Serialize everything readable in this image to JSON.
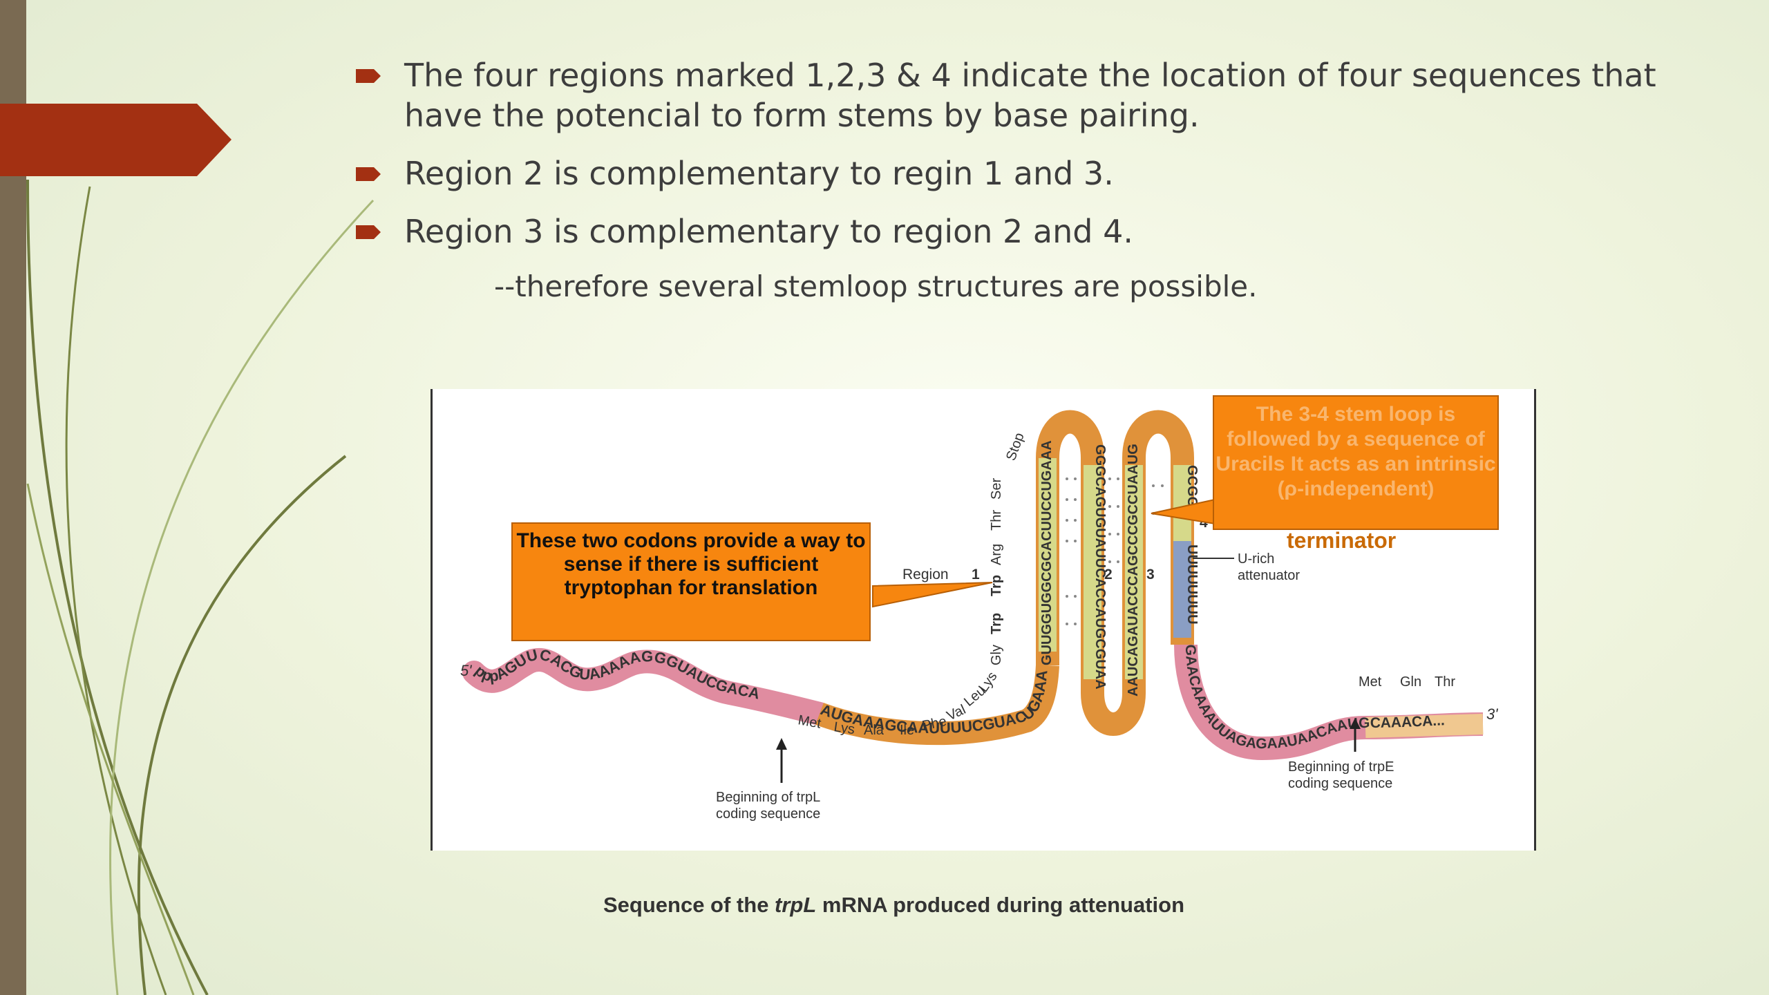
{
  "slide": {
    "bullets": [
      "The four regions marked 1,2,3 & 4 indicate the location of four sequences that have the potencial to form stems by base pairing.",
      "Region 2 is complementary to regin 1 and 3.",
      "Region 3 is complementary to region 2 and 4."
    ],
    "sub_text": "--therefore several stemloop structures are possible.",
    "caption_pre": "Sequence of the ",
    "caption_italic": "trpL",
    "caption_post": " mRNA produced during attenuation"
  },
  "diagram": {
    "callout_codons": "These two codons provide a way   to sense if there is sufficient tryptophan for translation",
    "callout_terminator": "The 3-4 stem loop is followed by a sequence of Uracils It acts as an intrinsic (ρ-independent)",
    "terminator_word": "terminator",
    "region_label": "Region",
    "region_numbers": [
      "1",
      "2",
      "3",
      "4"
    ],
    "five_prime": "5'",
    "three_prime": "3'",
    "leader_seq": "pppAGUUCACGUAAAAAGGGUAUCGACA",
    "trpL_seq": "AUGAAAGCAAUUUUCGUACUGAAAG",
    "stem1_seq": "GUUGGUGGCGCACUUCCUGAAAC",
    "stem2_seq": "GGGCAGUGUAUUCACCAUGCGUAAAGC",
    "stem3_seq": "AAUCAGAUACCCAGCCCGCCUAAUGA",
    "stem4_seq": "GCGGG",
    "urich_seq": "UUUUUUUU",
    "tail_seq": "GAACAAAAUUAGAGAAUAACAAUGCAAACA...",
    "amino_acids_trpL": [
      "Met",
      "Lys",
      "Ala",
      "Ile",
      "Phe",
      "Val",
      "Leu",
      "Lys",
      "Gly",
      "Trp",
      "Trp",
      "Arg",
      "Thr",
      "Ser",
      "Stop"
    ],
    "amino_acids_trpE": [
      "Met",
      "Gln",
      "Thr"
    ],
    "urich_label": [
      "U-rich",
      "attenuator"
    ],
    "trpL_start_label": [
      "Beginning of trpL",
      "coding sequence"
    ],
    "trpE_start_label": [
      "Beginning of trpE",
      "coding sequence"
    ]
  },
  "colors": {
    "accent_red": "#a33012",
    "rna_pink": "#e08ca0",
    "rna_orange": "#e0923a",
    "rna_yellow": "#d6d98a",
    "rna_blue": "#8a9ec4",
    "callout_orange": "#f7860f"
  }
}
